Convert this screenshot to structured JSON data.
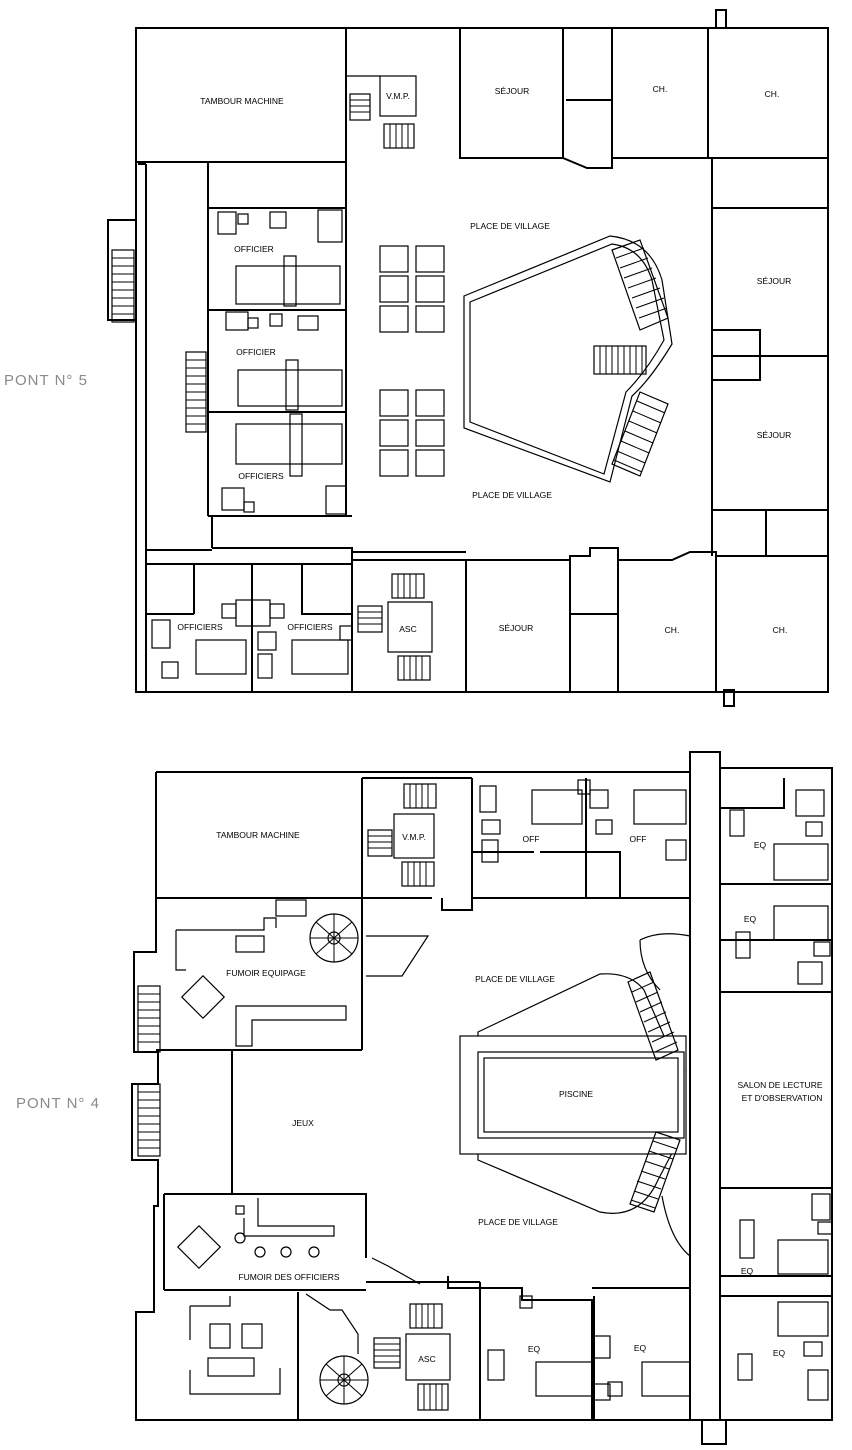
{
  "decks": [
    {
      "label": "PONT N° 5",
      "rooms": {
        "tambour": "TAMBOUR MACHINE",
        "vmp": "V.M.P.",
        "sejour_top": "SÉJOUR",
        "ch_top1": "CH.",
        "ch_top2": "CH.",
        "place_top": "PLACE DE VILLAGE",
        "officier1": "OFFICIER",
        "officier2": "OFFICIER",
        "officiers1": "OFFICIERS",
        "sejour_right1": "SÉJOUR",
        "sejour_right2": "SÉJOUR",
        "place_bottom": "PLACE DE VILLAGE",
        "officiers2": "OFFICIERS",
        "officiers3": "OFFICIERS",
        "asc": "ASC",
        "sejour_bottom": "SÉJOUR",
        "ch_bottom1": "CH.",
        "ch_bottom2": "CH."
      }
    },
    {
      "label": "PONT N° 4",
      "rooms": {
        "tambour": "TAMBOUR MACHINE",
        "vmp": "V.M.P.",
        "off1": "OFF",
        "off2": "OFF",
        "eq_top1": "EQ",
        "eq_top2": "EQ",
        "fumoir_equipage": "FUMOIR EQUIPAGE",
        "place_top": "PLACE DE VILLAGE",
        "piscine": "PISCINE",
        "salon_line1": "SALON DE LECTURE",
        "salon_line2": "ET D'OBSERVATION",
        "jeux": "JEUX",
        "place_bottom": "PLACE DE VILLAGE",
        "fumoir_officiers": "FUMOIR DES OFFICIERS",
        "asc": "ASC",
        "eq_b1": "EQ",
        "eq_b2": "EQ",
        "eq_b3": "EQ",
        "eq_b4": "EQ"
      }
    }
  ]
}
